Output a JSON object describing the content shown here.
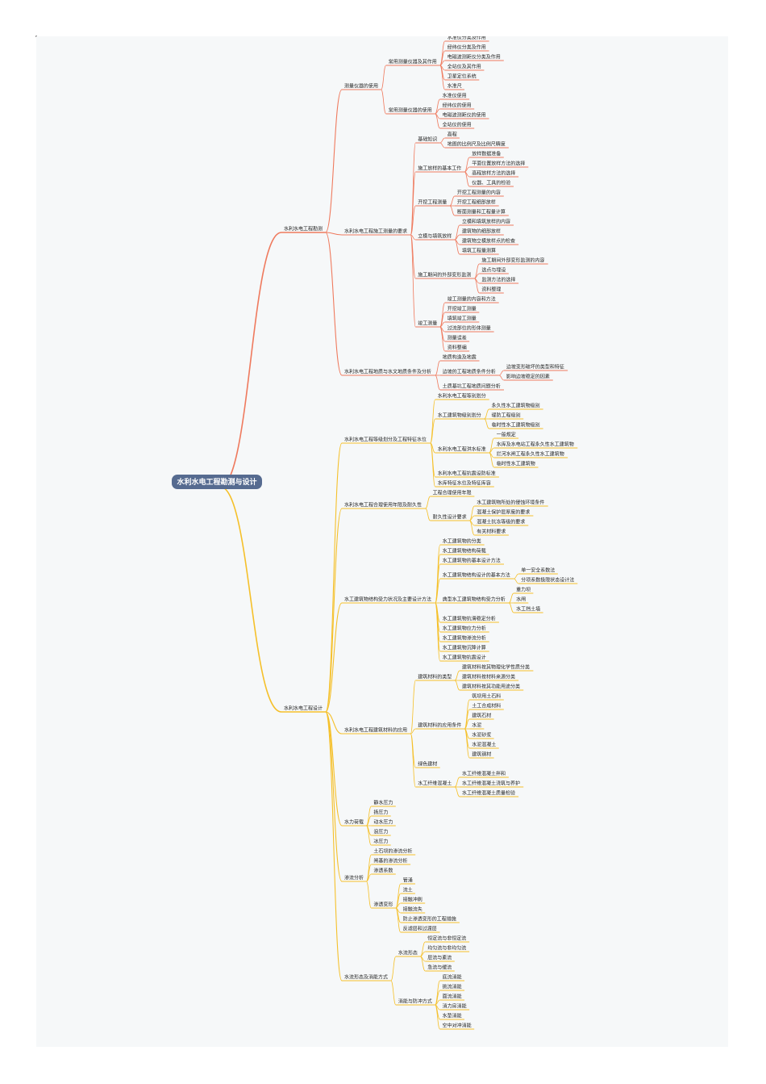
{
  "colors": {
    "survey": "#ef7a5e",
    "design": "#f5c02a",
    "root_bg": "#566b90",
    "root_text": "#ffffff"
  },
  "root": "水利水电工程勘测与设计",
  "branches": [
    {
      "label": "水利水电工程勘测",
      "children": [
        {
          "label": "测量仪器的使用",
          "children": [
            {
              "label": "常用测量仪器及其作用",
              "children": [
                {
                  "label": "水准仪分类及作用"
                },
                {
                  "label": "经纬仪分类及作用"
                },
                {
                  "label": "电磁波测距仪分类及作用"
                },
                {
                  "label": "全站仪及其作用"
                },
                {
                  "label": "卫星定位系统"
                },
                {
                  "label": "水准尺"
                }
              ]
            },
            {
              "label": "常用测量仪器的使用",
              "children": [
                {
                  "label": "水准仪使用"
                },
                {
                  "label": "经纬仪的使用"
                },
                {
                  "label": "电磁波测距仪的使用"
                },
                {
                  "label": "全站仪的使用"
                }
              ]
            }
          ]
        },
        {
          "label": "水利水电工程施工测量的要求",
          "children": [
            {
              "label": "基础知识",
              "children": [
                {
                  "label": "高程"
                },
                {
                  "label": "地图的比例尺及比例尺精度"
                }
              ]
            },
            {
              "label": "施工放样的基本工作",
              "children": [
                {
                  "label": "放样数据准备"
                },
                {
                  "label": "平面位置放样方法的选择"
                },
                {
                  "label": "高程放样方法的选择"
                },
                {
                  "label": "仪器、工具的检验"
                }
              ]
            },
            {
              "label": "开挖工程测量",
              "children": [
                {
                  "label": "开挖工程测量的内容"
                },
                {
                  "label": "开挖工程细部放样"
                },
                {
                  "label": "断面测量和工程量计算"
                }
              ]
            },
            {
              "label": "立模与填筑放样",
              "children": [
                {
                  "label": "立模和填筑放样的内容"
                },
                {
                  "label": "建筑物的细部放样"
                },
                {
                  "label": "建筑物立模放样点的检查"
                },
                {
                  "label": "填筑工程量测算"
                }
              ]
            },
            {
              "label": "施工期间的外部变形监测",
              "children": [
                {
                  "label": "施工期间外部变形监测的内容"
                },
                {
                  "label": "选点与埋设"
                },
                {
                  "label": "监测方法的选择"
                },
                {
                  "label": "资料整理"
                }
              ]
            },
            {
              "label": "竣工测量",
              "children": [
                {
                  "label": "竣工测量的内容和方法"
                },
                {
                  "label": "开挖竣工测量"
                },
                {
                  "label": "填筑竣工测量"
                },
                {
                  "label": "过流部位的形体测量"
                },
                {
                  "label": "测量误差"
                },
                {
                  "label": "资料整编"
                }
              ]
            }
          ]
        },
        {
          "label": "水利水电工程地质与水文地质条件及分析",
          "children": [
            {
              "label": "地质构造及地震"
            },
            {
              "label": "边坡的工程地质条件分析",
              "children": [
                {
                  "label": "边坡变形破坏的类型和特征"
                },
                {
                  "label": "影响边坡稳定的因素"
                }
              ]
            },
            {
              "label": "土质基坑工程地质问题分析"
            }
          ]
        }
      ]
    },
    {
      "label": "水利水电工程设计",
      "children": [
        {
          "label": "水利水电工程等级划分及工程特征水位",
          "children": [
            {
              "label": "水利水电工程等别划分"
            },
            {
              "label": "水工建筑物级别划分",
              "children": [
                {
                  "label": "永久性水工建筑物级别"
                },
                {
                  "label": "堤防工程级别"
                },
                {
                  "label": "临时性水工建筑物级别"
                }
              ]
            },
            {
              "label": "水利水电工程洪水标准",
              "children": [
                {
                  "label": "一般规定"
                },
                {
                  "label": "水库及水电站工程永久性水工建筑物"
                },
                {
                  "label": "拦河水闸工程永久性水工建筑物"
                },
                {
                  "label": "临时性水工建筑物"
                }
              ]
            },
            {
              "label": "水利水电工程抗震设防标准"
            },
            {
              "label": "水库特征水位及特征库容"
            }
          ]
        },
        {
          "label": "水利水电工程合理使用年限及耐久性",
          "children": [
            {
              "label": "工程合理使用年限"
            },
            {
              "label": "耐久性设计要求",
              "children": [
                {
                  "label": "水工建筑物所处的侵蚀环境条件"
                },
                {
                  "label": "混凝土保护层厚度的要求"
                },
                {
                  "label": "混凝土抗冻等级的要求"
                },
                {
                  "label": "有关材料要求"
                }
              ]
            }
          ]
        },
        {
          "label": "水工建筑物结构受力状况及主要设计方法",
          "children": [
            {
              "label": "水工建筑物的分类"
            },
            {
              "label": "水工建筑物结构荷载"
            },
            {
              "label": "水工建筑物的基本设计方法"
            },
            {
              "label": "水工建筑物结构设计的基本方法",
              "children": [
                {
                  "label": "单一安全系数法"
                },
                {
                  "label": "分项系数极限状态设计法"
                }
              ]
            },
            {
              "label": "典型水工建筑物结构受力分析",
              "children": [
                {
                  "label": "重力坝"
                },
                {
                  "label": "水闸"
                },
                {
                  "label": "水工挡土墙"
                }
              ]
            },
            {
              "label": "水工建筑物抗滑稳定分析"
            },
            {
              "label": "水工建筑物应力分析"
            },
            {
              "label": "水工建筑物渗流分析"
            },
            {
              "label": "水工建筑物沉降计算"
            },
            {
              "label": "水工建筑物抗震设计"
            }
          ]
        },
        {
          "label": "水利水电工程建筑材料的应用",
          "children": [
            {
              "label": "建筑材料的类型",
              "children": [
                {
                  "label": "建筑材料按其物理化学性质分类"
                },
                {
                  "label": "建筑材料按材料来源分类"
                },
                {
                  "label": "建筑材料按其功能用途分类"
                }
              ]
            },
            {
              "label": "建筑材料的应用条件",
              "children": [
                {
                  "label": "筑坝用土石料"
                },
                {
                  "label": "土工合成材料"
                },
                {
                  "label": "建筑石材"
                },
                {
                  "label": "水泥"
                },
                {
                  "label": "水泥砂浆"
                },
                {
                  "label": "水泥混凝土"
                },
                {
                  "label": "建筑钢材"
                }
              ]
            },
            {
              "label": "绿色建材"
            },
            {
              "label": "水工纤维混凝土",
              "children": [
                {
                  "label": "水工纤维混凝土拌和"
                },
                {
                  "label": "水工纤维混凝土浇筑与养护"
                },
                {
                  "label": "水工纤维混凝土质量检验"
                }
              ]
            }
          ]
        },
        {
          "label": "水力荷载",
          "children": [
            {
              "label": "静水压力"
            },
            {
              "label": "扬压力"
            },
            {
              "label": "动水压力"
            },
            {
              "label": "浪压力"
            },
            {
              "label": "冰压力"
            }
          ]
        },
        {
          "label": "渗流分析",
          "children": [
            {
              "label": "土石坝的渗流分析"
            },
            {
              "label": "闸基的渗流分析"
            },
            {
              "label": "渗透系数"
            },
            {
              "label": "渗透变形",
              "children": [
                {
                  "label": "管涌"
                },
                {
                  "label": "流土"
                },
                {
                  "label": "接触冲刷"
                },
                {
                  "label": "接触流失"
                },
                {
                  "label": "防止渗透变形的工程措施"
                },
                {
                  "label": "反滤层和过渡层"
                }
              ]
            }
          ]
        },
        {
          "label": "水流形态及消能方式",
          "children": [
            {
              "label": "水流形态",
              "children": [
                {
                  "label": "恒定流与非恒定流"
                },
                {
                  "label": "均匀流与非均匀流"
                },
                {
                  "label": "层流与紊流"
                },
                {
                  "label": "急流与缓流"
                }
              ]
            },
            {
              "label": "消能与防冲方式",
              "children": [
                {
                  "label": "底流消能"
                },
                {
                  "label": "挑流消能"
                },
                {
                  "label": "面流消能"
                },
                {
                  "label": "消力戽消能"
                },
                {
                  "label": "水垫消能"
                },
                {
                  "label": "空中对冲消能"
                }
              ]
            }
          ]
        }
      ]
    }
  ]
}
